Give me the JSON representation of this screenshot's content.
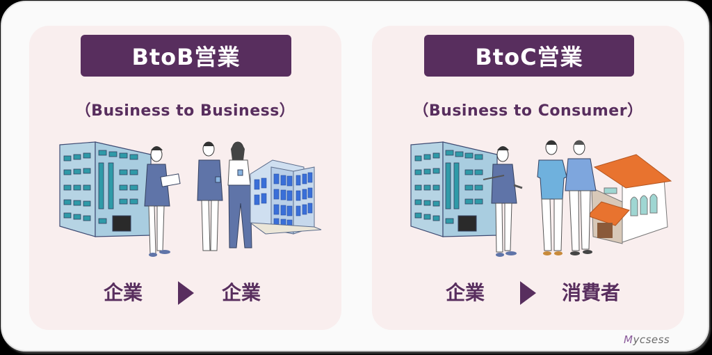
{
  "colors": {
    "background": "#fafafa",
    "panel": "#f9eeee",
    "accent": "#582e5e",
    "building_light": "#a9cde0",
    "building_window": "#2f9aa8",
    "office_window": "#3a6fd8",
    "suit": "#5f74a8",
    "roof": "#e8732f"
  },
  "panels": [
    {
      "title": "BtoB営業",
      "subtitle": "（Business to Business）",
      "illustration": "office-building-and-businesspeople-meeting-office-building",
      "flow": {
        "from": "企業",
        "arrow": "play-arrow-icon",
        "to": "企業"
      }
    },
    {
      "title": "BtoC営業",
      "subtitle": "（Business to Consumer）",
      "illustration": "office-building-businessman-and-consumers-with-house",
      "flow": {
        "from": "企業",
        "arrow": "play-arrow-icon",
        "to": "消費者"
      }
    }
  ],
  "logo": {
    "text_prefix": "M",
    "text_rest": "ycsess"
  }
}
